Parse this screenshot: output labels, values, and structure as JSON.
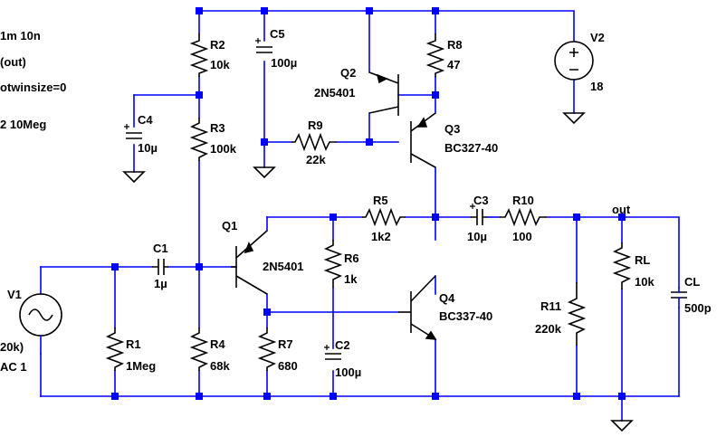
{
  "directives": {
    "tran": "1m 10n",
    "plot": "(out)",
    "options": "otwinsize=0",
    "model": "2 10Meg"
  },
  "components": {
    "r2": {
      "name": "R2",
      "value": "10k"
    },
    "r3": {
      "name": "R3",
      "value": "100k"
    },
    "r4": {
      "name": "R4",
      "value": "68k"
    },
    "r1": {
      "name": "R1",
      "value": "1Meg"
    },
    "r5": {
      "name": "R5",
      "value": "1k2"
    },
    "r6": {
      "name": "R6",
      "value": "1k"
    },
    "r7": {
      "name": "R7",
      "value": "680"
    },
    "r8": {
      "name": "R8",
      "value": "47"
    },
    "r9": {
      "name": "R9",
      "value": "22k"
    },
    "r10": {
      "name": "R10",
      "value": "100"
    },
    "r11": {
      "name": "R11",
      "value": "220k"
    },
    "rl": {
      "name": "RL",
      "value": "10k"
    },
    "c1": {
      "name": "C1",
      "value": "1µ"
    },
    "c2": {
      "name": "C2",
      "value": "100µ"
    },
    "c3": {
      "name": "C3",
      "value": "10µ"
    },
    "c4": {
      "name": "C4",
      "value": "10µ"
    },
    "c5": {
      "name": "C5",
      "value": "100µ"
    },
    "cl": {
      "name": "CL",
      "value": "500p"
    },
    "q1": {
      "name": "Q1",
      "value": "2N5401"
    },
    "q2": {
      "name": "Q2",
      "value": "2N5401"
    },
    "q3": {
      "name": "Q3",
      "value": "BC327-40"
    },
    "q4": {
      "name": "Q4",
      "value": "BC337-40"
    },
    "v1": {
      "name": "V1",
      "value": "20k)",
      "value2": "AC 1"
    },
    "v2": {
      "name": "V2",
      "value": "18"
    }
  },
  "nets": {
    "out": "out"
  },
  "colors": {
    "wire": "#0000ff",
    "component": "#000000",
    "background": "#ffffff"
  }
}
